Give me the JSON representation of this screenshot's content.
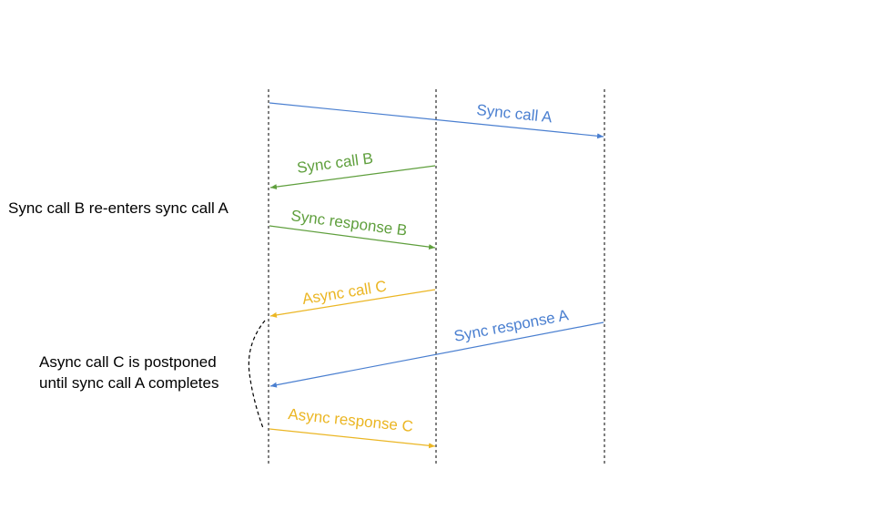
{
  "colors": {
    "sync_a": "#4a7fd0",
    "sync_b": "#5f9f3d",
    "async_c": "#ebb624",
    "note_text": "#000000",
    "lifeline": "#000000",
    "background": "#ffffff"
  },
  "messages": [
    {
      "id": "sync-call-a",
      "label": "Sync call A",
      "color_key": "sync_a"
    },
    {
      "id": "sync-call-b",
      "label": "Sync call B",
      "color_key": "sync_b"
    },
    {
      "id": "sync-response-b",
      "label": "Sync response B",
      "color_key": "sync_b"
    },
    {
      "id": "async-call-c",
      "label": "Async call C",
      "color_key": "async_c"
    },
    {
      "id": "sync-response-a",
      "label": "Sync response A",
      "color_key": "sync_a"
    },
    {
      "id": "async-response-c",
      "label": "Async response C",
      "color_key": "async_c"
    }
  ],
  "notes": {
    "reentry": "Sync call B re-enters sync call A",
    "postponed_line1": "Async call C is postponed",
    "postponed_line2": "until sync call A completes"
  }
}
